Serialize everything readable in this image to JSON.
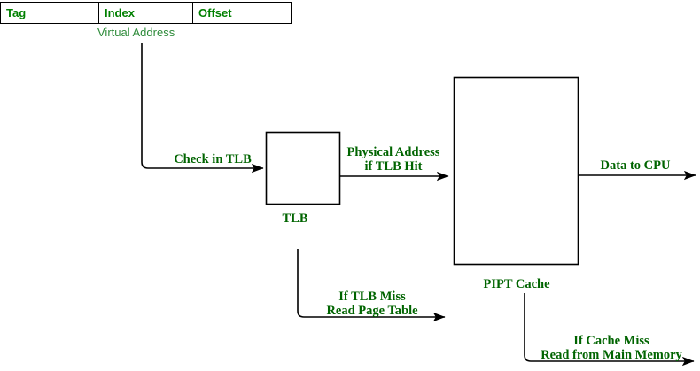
{
  "diagram": {
    "title_colors": {
      "label_green": "#006400",
      "subtle_green": "#2e8b3a",
      "line_black": "#000000",
      "background": "#ffffff"
    },
    "address_table": {
      "fields": [
        {
          "label": "Tag"
        },
        {
          "label": "Index"
        },
        {
          "label": "Offset"
        }
      ],
      "caption": "Virtual Address"
    },
    "blocks": [
      {
        "id": "tlb",
        "label": "TLB"
      },
      {
        "id": "pipt-cache",
        "label": "PIPT Cache"
      }
    ],
    "edges": [
      {
        "id": "check-in-tlb",
        "label_line1": "Check in TLB",
        "label_line2": ""
      },
      {
        "id": "physical-address",
        "label_line1": "Physical Address",
        "label_line2": "if TLB Hit"
      },
      {
        "id": "data-to-cpu",
        "label_line1": "Data to CPU",
        "label_line2": ""
      },
      {
        "id": "tlb-miss",
        "label_line1": "If TLB Miss",
        "label_line2": "Read Page Table"
      },
      {
        "id": "cache-miss",
        "label_line1": "If Cache Miss",
        "label_line2": "Read from Main Memory"
      }
    ]
  }
}
